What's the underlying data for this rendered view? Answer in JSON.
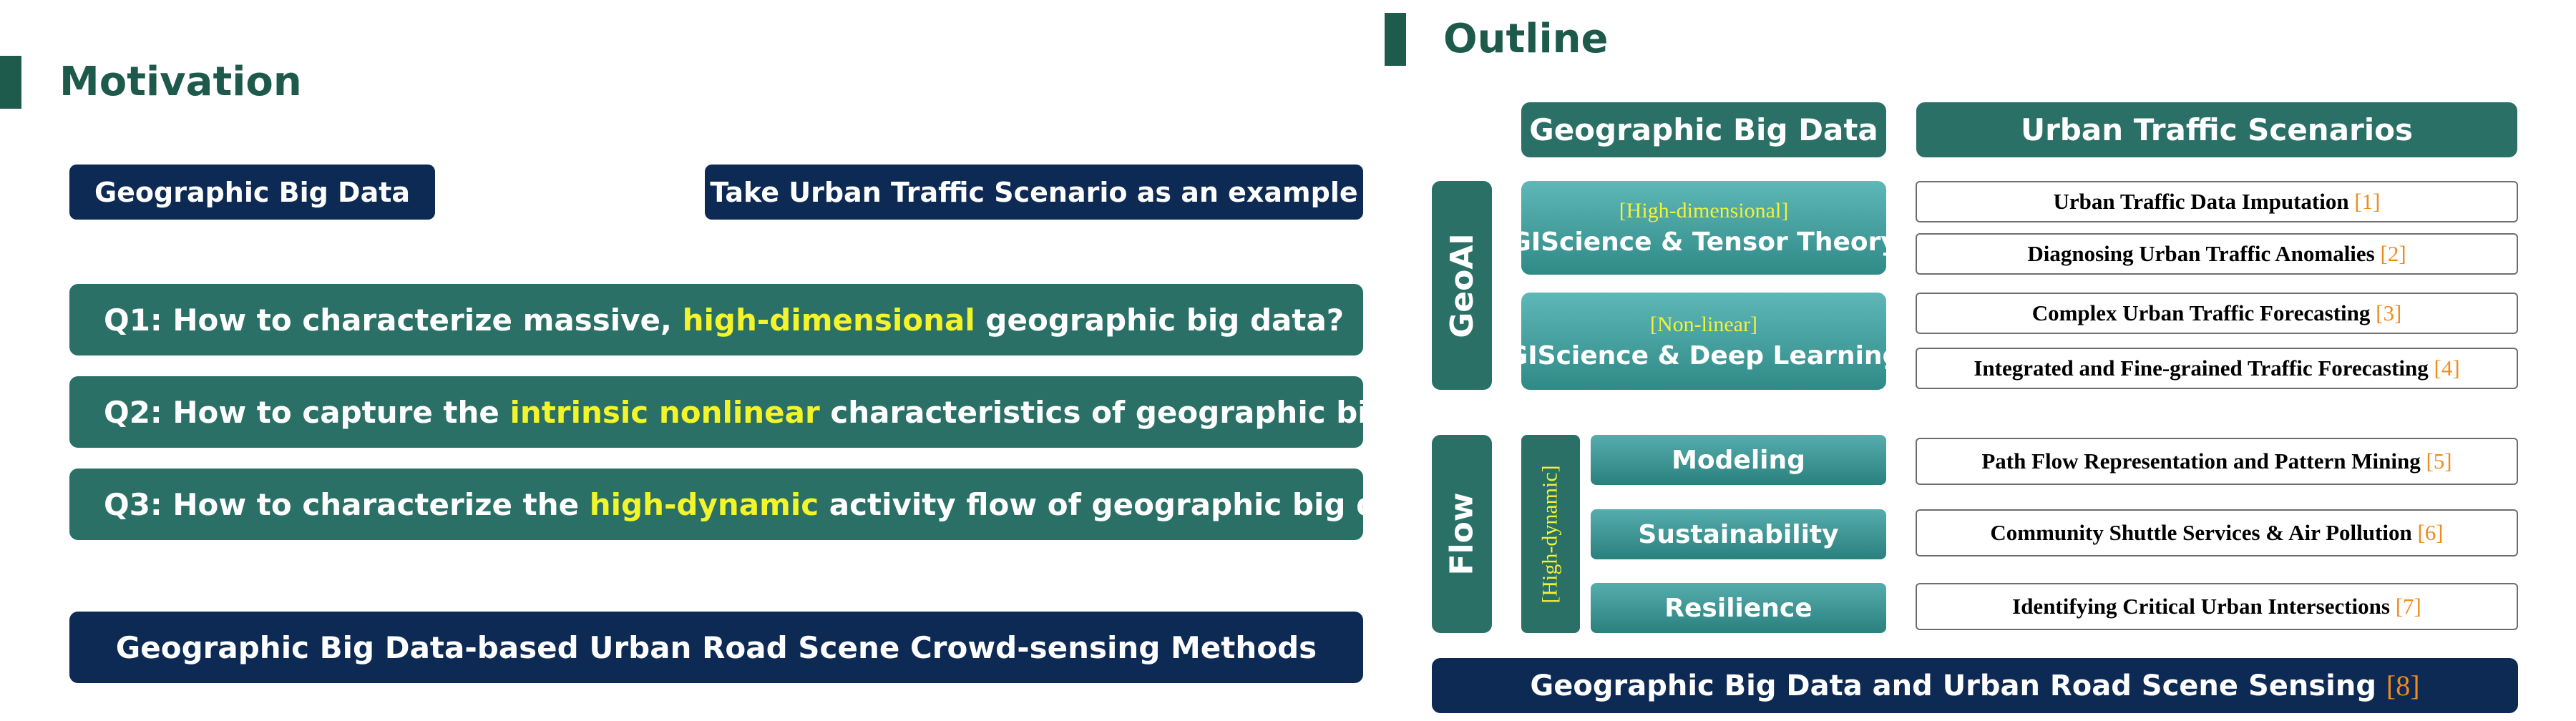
{
  "left": {
    "title": "Motivation",
    "tag_left": "Geographic Big Data",
    "tag_right": "Take Urban Traffic Scenario as an example",
    "questions": [
      {
        "pre": "Q1: How to characterize massive, ",
        "hl": "high-dimensional",
        "post": " geographic big data?"
      },
      {
        "pre": "Q2: How to capture the ",
        "hl": "intrinsic nonlinear",
        "post": " characteristics of geographic big data?"
      },
      {
        "pre": "Q3: How to characterize the ",
        "hl": "high-dynamic",
        "post": " activity flow of geographic big data?"
      }
    ],
    "bottom": "Geographic Big Data-based Urban Road Scene Crowd-sensing Methods"
  },
  "right": {
    "title": "Outline",
    "header_left": "Geographic Big Data",
    "header_right": "Urban Traffic Scenarios",
    "geoai_label": "GeoAI",
    "flow_label": "Flow",
    "geoai_boxes": [
      {
        "tag": "[High-dimensional]",
        "title": "GIScience & Tensor Theory"
      },
      {
        "tag": "[Non-linear]",
        "title": "GIScience & Deep Learning"
      }
    ],
    "high_dynamic_label": "[High-dynamic]",
    "flow_boxes": [
      "Modeling",
      "Sustainability",
      "Resilience"
    ],
    "scenarios": [
      {
        "text": "Urban Traffic Data Imputation",
        "ref": "[1]"
      },
      {
        "text": "Diagnosing Urban Traffic Anomalies",
        "ref": "[2]"
      },
      {
        "text": "Complex Urban Traffic Forecasting",
        "ref": "[3]"
      },
      {
        "text": "Integrated and Fine-grained Traffic Forecasting",
        "ref": "[4]"
      },
      {
        "text": "Path Flow Representation and Pattern Mining",
        "ref": "[5]"
      },
      {
        "text": "Community Shuttle Services & Air Pollution",
        "ref": "[6]"
      },
      {
        "text": "Identifying Critical Urban Intersections",
        "ref": "[7]"
      }
    ],
    "bottom": {
      "text": "Geographic Big Data and Urban Road Scene Sensing",
      "ref": "[8]"
    }
  },
  "colors": {
    "navy": "#0d2a54",
    "teal": "#2a7066",
    "highlight": "#f4f42b",
    "ref": "#ef8c1e"
  }
}
